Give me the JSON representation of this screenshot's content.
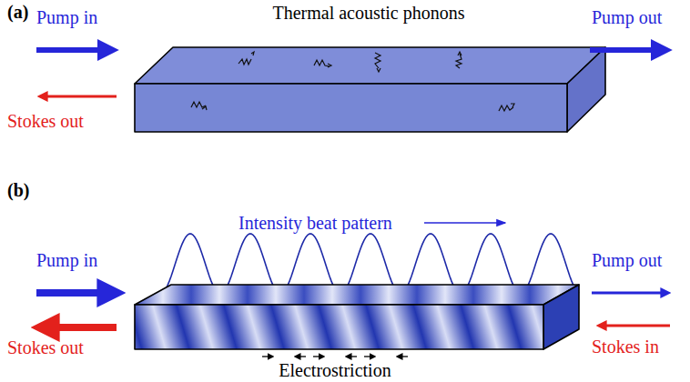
{
  "diagram": {
    "labels": [
      "(a)",
      "Pump in",
      "Thermal acoustic phonons",
      "Pump out",
      "Stokes out",
      "(b)",
      "Intensity beat pattern",
      "Pump in",
      "Pump out",
      "Stokes out",
      "Stokes in",
      "Electrostriction"
    ]
  }
}
